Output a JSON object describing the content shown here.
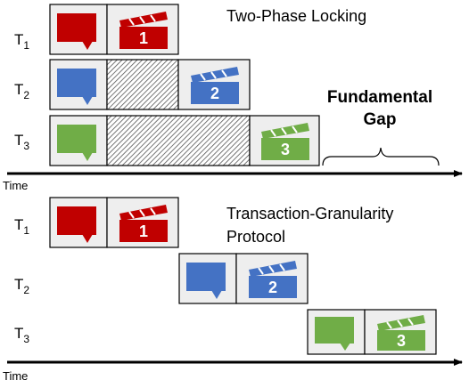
{
  "sections": [
    {
      "title": [
        "Two-Phase Locking"
      ],
      "time_label": "Time",
      "rows": [
        {
          "label": "T",
          "sub": "1",
          "number": "1"
        },
        {
          "label": "T",
          "sub": "2",
          "number": "2"
        },
        {
          "label": "T",
          "sub": "3",
          "number": "3"
        }
      ],
      "gap_label": [
        "Fundamental",
        "Gap"
      ]
    },
    {
      "title": [
        "Transaction-Granularity",
        "Protocol"
      ],
      "time_label": "Time",
      "rows": [
        {
          "label": "T",
          "sub": "1",
          "number": "1"
        },
        {
          "label": "T",
          "sub": "2",
          "number": "2"
        },
        {
          "label": "T",
          "sub": "3",
          "number": "3"
        }
      ]
    }
  ],
  "colors": {
    "t1": "#c00000",
    "t2": "#4472c4",
    "t3": "#70ad47",
    "box_bg": "#eeeeee",
    "wait_stroke": "#555555"
  },
  "icons": {
    "message": "speech-bubble-icon",
    "action": "clapperboard-icon",
    "wait": "hatched-wait-block"
  }
}
